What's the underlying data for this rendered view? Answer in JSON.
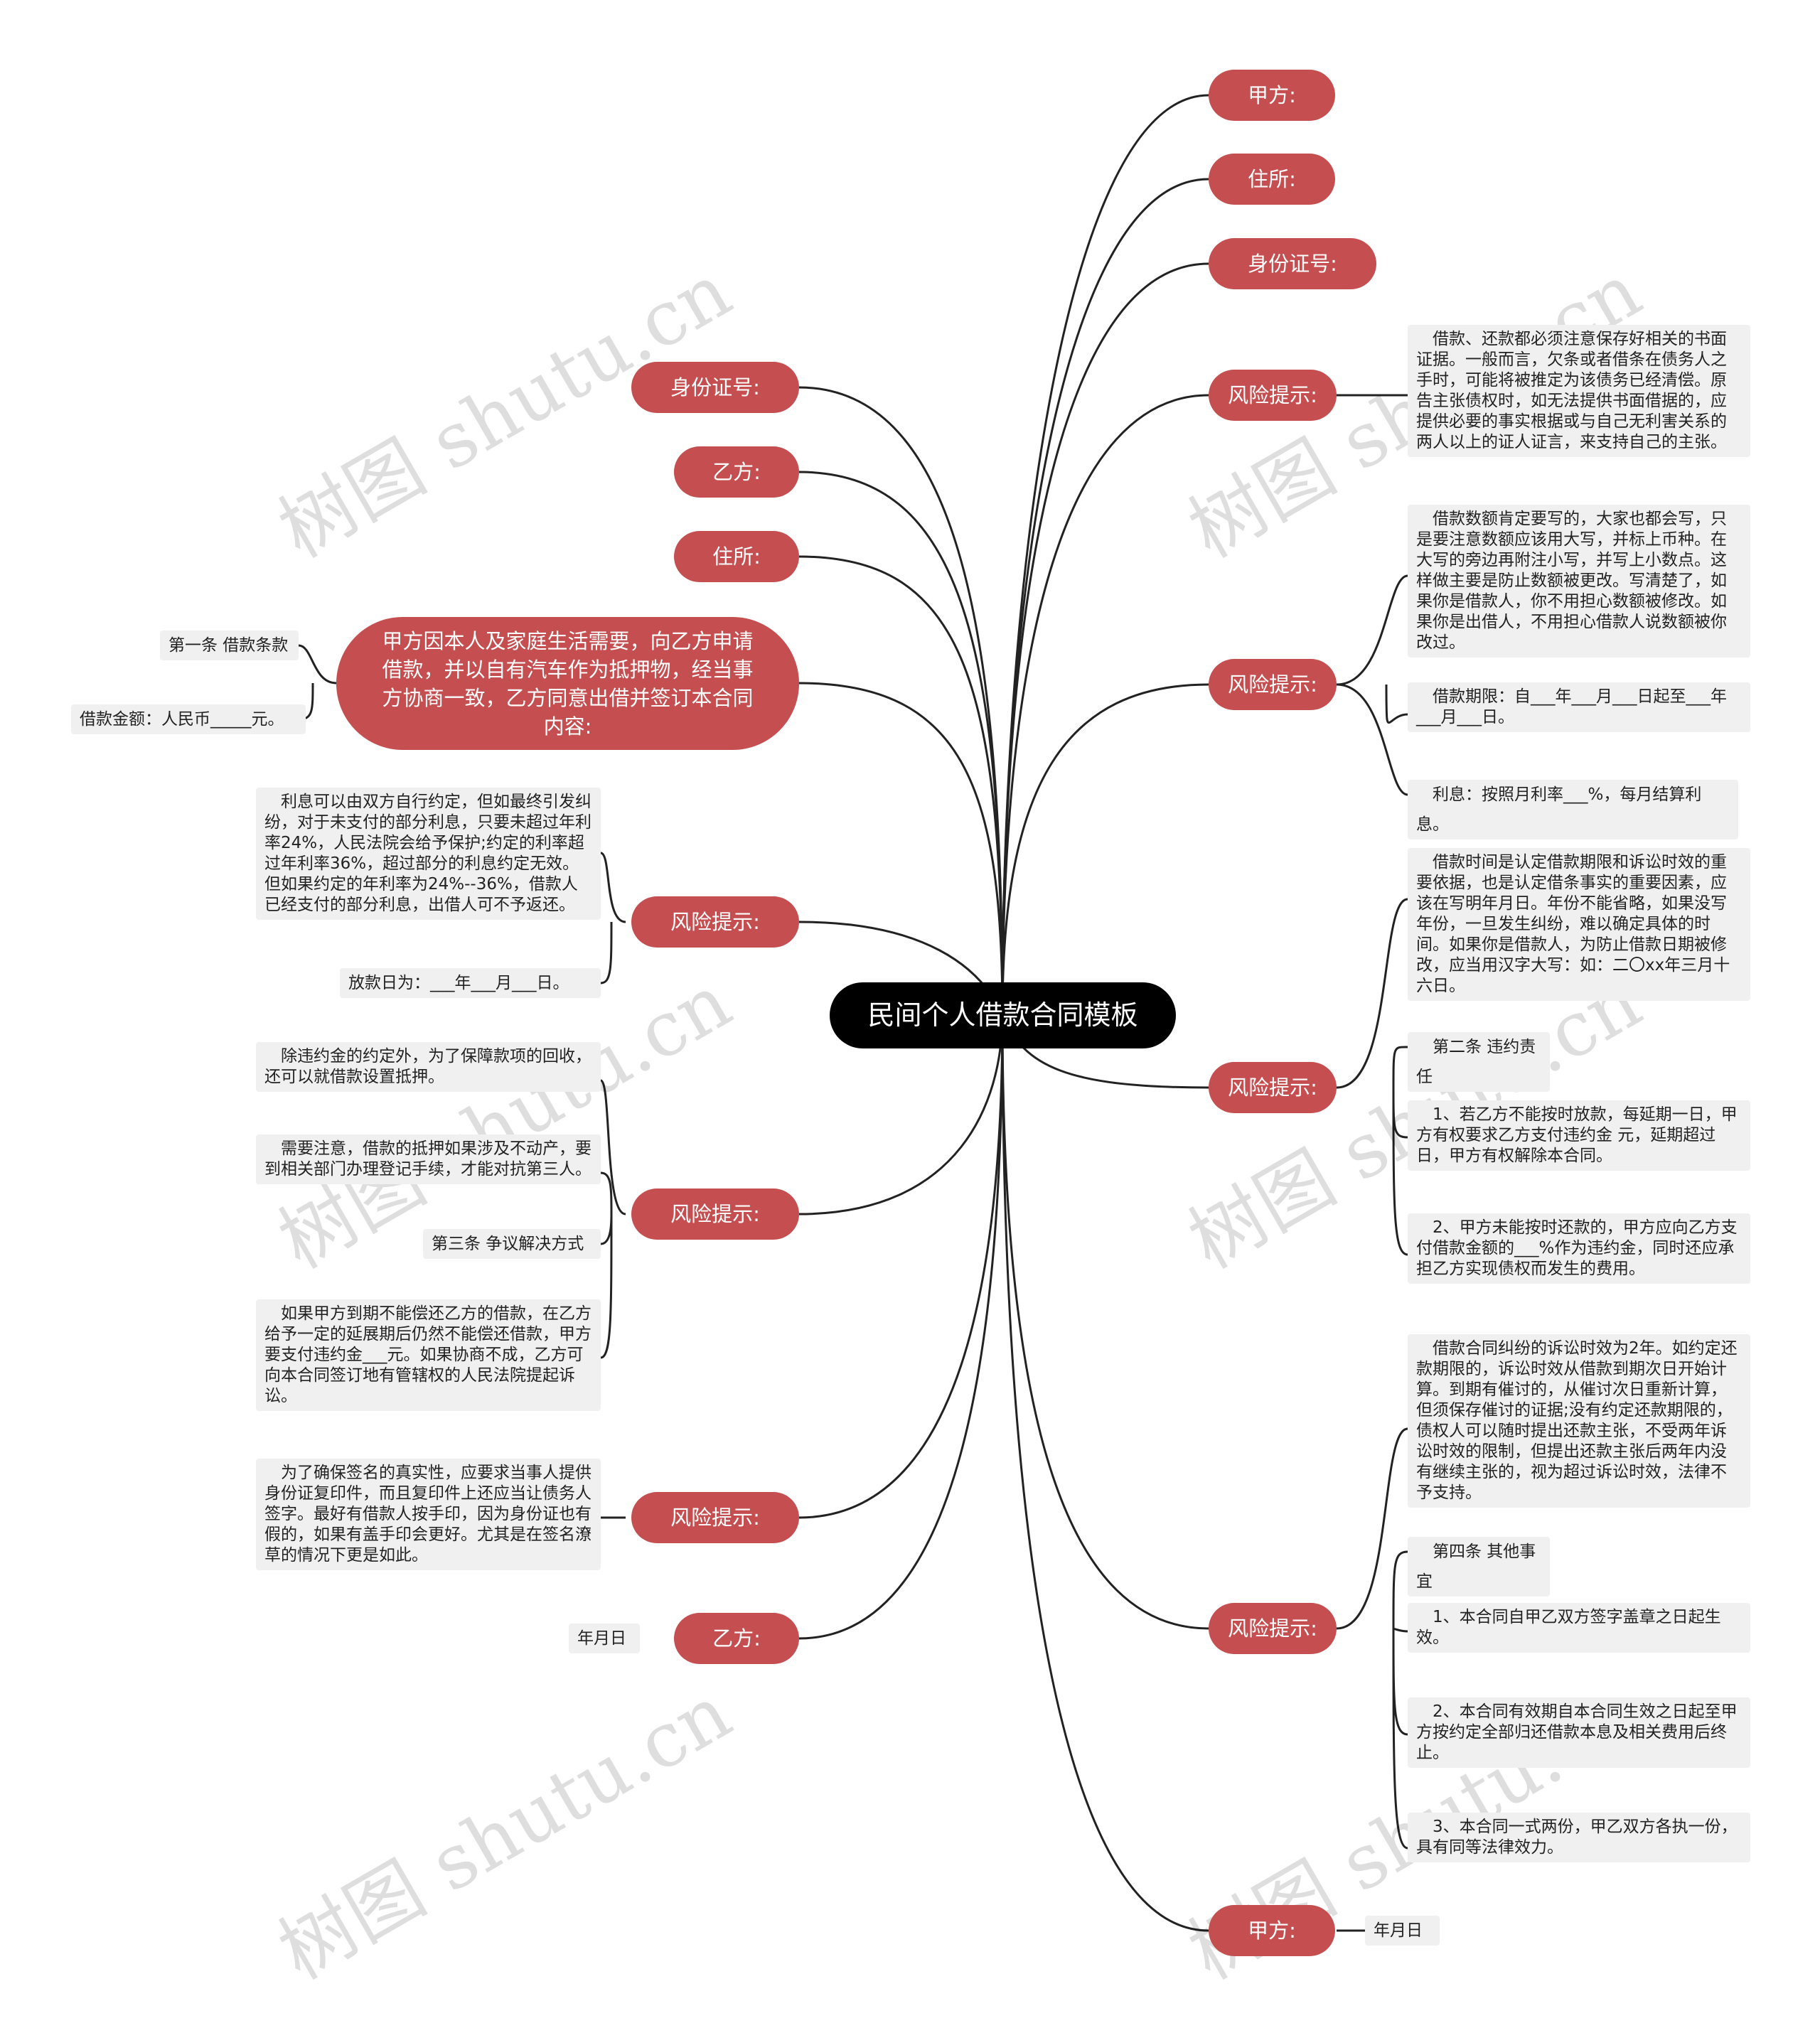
{
  "root": "民间个人借款合同模板",
  "watermark": "树图 shutu.cn",
  "right": {
    "jiafang_top": "甲方:",
    "zhusuo": "住所:",
    "shenfen": "身份证号:",
    "r1": {
      "label": "风险提示:",
      "leaf": "　借款、还款都必须注意保存好相关的书面证据。一般而言，欠条或者借条在债务人之手时，可能将被推定为该债务已经清偿。原告主张债权时，如无法提供书面借据的，应提供必要的事实根据或与自己无利害关系的两人以上的证人证言，来支持自己的主张。"
    },
    "r2": {
      "label": "风险提示:",
      "leaf1": "　借款数额肯定要写的，大家也都会写，只是要注意数额应该用大写，并标上币种。在大写的旁边再附注小写，并写上小数点。这样做主要是防止数额被更改。写清楚了，如果你是借款人，你不用担心数额被修改。如果你是出借人，不用担心借款人说数额被你改过。",
      "leaf2": "　借款期限：自___年___月___日起至___年___月___日。",
      "leaf3": "　利息：按照月利率___%，每月结算利息。"
    },
    "r3": {
      "label": "风险提示:",
      "leaf1": "　借款时间是认定借款期限和诉讼时效的重要依据，也是认定借条事实的重要因素，应该在写明年月日。年份不能省略，如果没写年份，一旦发生纠纷，难以确定具体的时间。如果你是借款人，为防止借款日期被修改，应当用汉字大写：如：二〇xx年三月十六日。",
      "leaf2": "　第二条 违约责任",
      "leaf3": "　1、若乙方不能按时放款，每延期一日，甲方有权要求乙方支付违约金 元，延期超过 日，甲方有权解除本合同。",
      "leaf4": "　2、甲方未能按时还款的，甲方应向乙方支付借款金额的___%作为违约金，同时还应承担乙方实现债权而发生的费用。"
    },
    "r4": {
      "label": "风险提示:",
      "leaf1": "　借款合同纠纷的诉讼时效为2年。如约定还款期限的，诉讼时效从借款到期次日开始计算。到期有催讨的，从催讨次日重新计算，但须保存催讨的证据;没有约定还款期限的，债权人可以随时提出还款主张，不受两年诉讼时效的限制，但提出还款主张后两年内没有继续主张的，视为超过诉讼时效，法律不予支持。",
      "leaf2": "　第四条 其他事宜",
      "leaf3": "　1、本合同自甲乙双方签字盖章之日起生效。",
      "leaf4": "　2、本合同有效期自本合同生效之日起至甲方按约定全部归还借款本息及相关费用后终止。",
      "leaf5": "　3、本合同一式两份，甲乙双方各执一份，具有同等法律效力。"
    },
    "jiafang_bottom": {
      "label": "甲方:",
      "leaf": "年月日"
    }
  },
  "left": {
    "shenfen": "身份证号:",
    "yifang_top": "乙方:",
    "zhusuo": "住所:",
    "intro": {
      "label": "甲方因本人及家庭生活需要，向乙方申请借款，并以自有汽车作为抵押物，经当事方协商一致，乙方同意出借并签订本合同内容:",
      "leaf1": "第一条 借款条款",
      "leaf2": "借款金额：人民币_____元。"
    },
    "l1": {
      "label": "风险提示:",
      "leaf1": "　利息可以由双方自行约定，但如最终引发纠纷，对于未支付的部分利息，只要未超过年利率24%，人民法院会给予保护;约定的利率超过年利率36%，超过部分的利息约定无效。但如果约定的年利率为24%--36%，借款人已经支付的部分利息，出借人可不予返还。",
      "leaf2": "放款日为：___年___月___日。"
    },
    "l2": {
      "label": "风险提示:",
      "leaf1": "　除违约金的约定外，为了保障款项的回收，还可以就借款设置抵押。",
      "leaf2": "　需要注意，借款的抵押如果涉及不动产，要到相关部门办理登记手续，才能对抗第三人。",
      "leaf3": "第三条 争议解决方式",
      "leaf4": "　如果甲方到期不能偿还乙方的借款，在乙方给予一定的延展期后仍然不能偿还借款，甲方要支付违约金___元。如果协商不成，乙方可向本合同签订地有管辖权的人民法院提起诉讼。"
    },
    "l3": {
      "label": "风险提示:",
      "leaf": "　为了确保签名的真实性，应要求当事人提供身份证复印件，而且复印件上还应当让债务人签字。最好有借款人按手印，因为身份证也有假的，如果有盖手印会更好。尤其是在签名潦草的情况下更是如此。"
    },
    "yifang_bottom": {
      "label": "乙方:",
      "leaf": "年月日"
    }
  },
  "colors": {
    "branch": "#c54f50",
    "root": "#000000",
    "leaf_bg": "#f0f0f0",
    "line": "#222222"
  }
}
